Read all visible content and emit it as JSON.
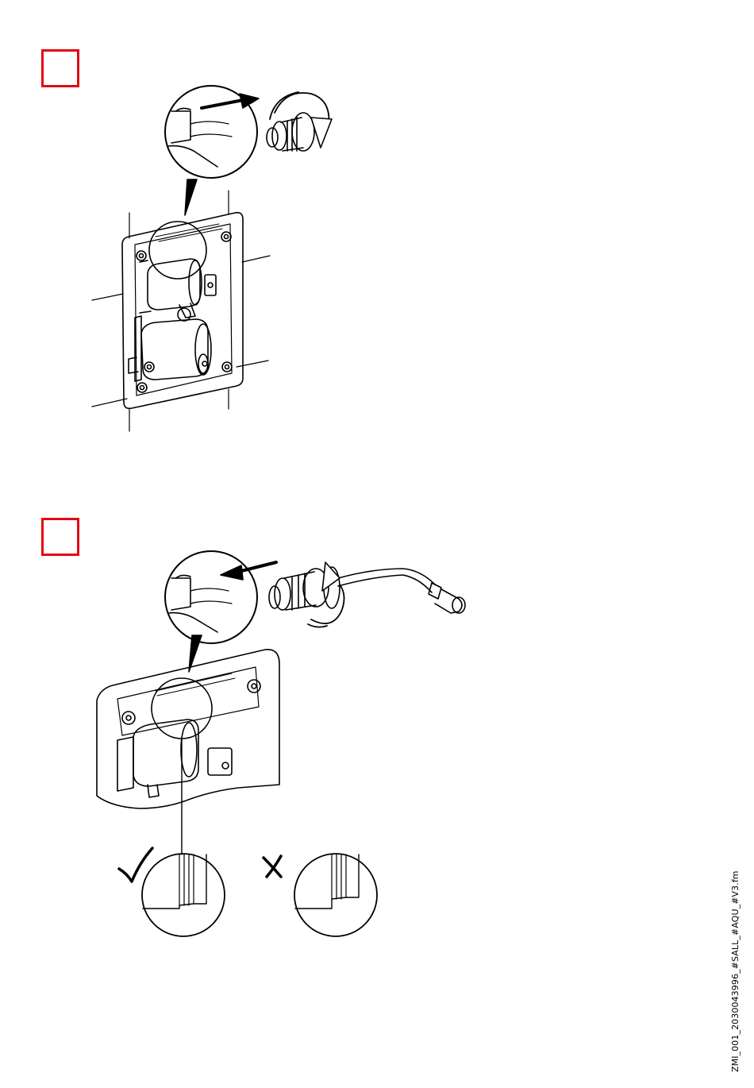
{
  "steps": [
    {
      "id": 1,
      "action": "remove-cartridge"
    },
    {
      "id": 2,
      "action": "insert-sensor-cartridge"
    }
  ],
  "check_marks": {
    "correct": "✓",
    "incorrect": "✕"
  },
  "footer": {
    "filename": "ZMI_001_2030043996_#SALL_#AQU_#V3.fm"
  },
  "colors": {
    "step_box": "#e30613",
    "line": "#000000"
  }
}
